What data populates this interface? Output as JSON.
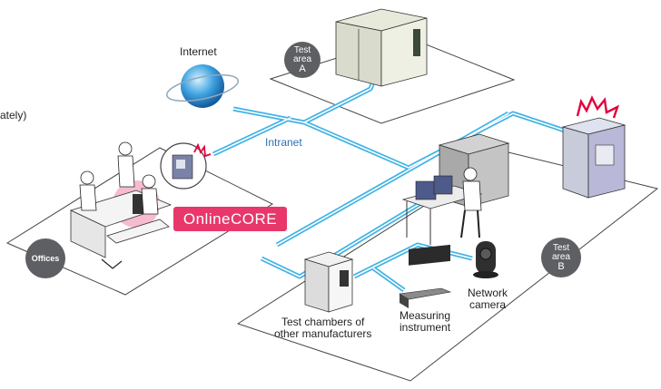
{
  "labels": {
    "internet": "Internet",
    "intranet": "Intranet",
    "truncated_text": "ately)",
    "test_chambers_line1": "Test chambers of",
    "test_chambers_line2": "other manufacturers",
    "measuring_line1": "Measuring",
    "measuring_line2": "instrument",
    "network_line1": "Network",
    "network_line2": "camera"
  },
  "badges": {
    "test_area_a": [
      "Test",
      "area",
      "A"
    ],
    "test_area_b": [
      "Test",
      "area",
      "B"
    ],
    "offices": "Offices"
  },
  "brand": "OnlineCORE",
  "colors": {
    "network_line": "#3fb2e4",
    "badge": "#5d5f62",
    "brand": "#e8376a",
    "alert": "#e2003a",
    "intranet_text": "#2f6fb5"
  }
}
